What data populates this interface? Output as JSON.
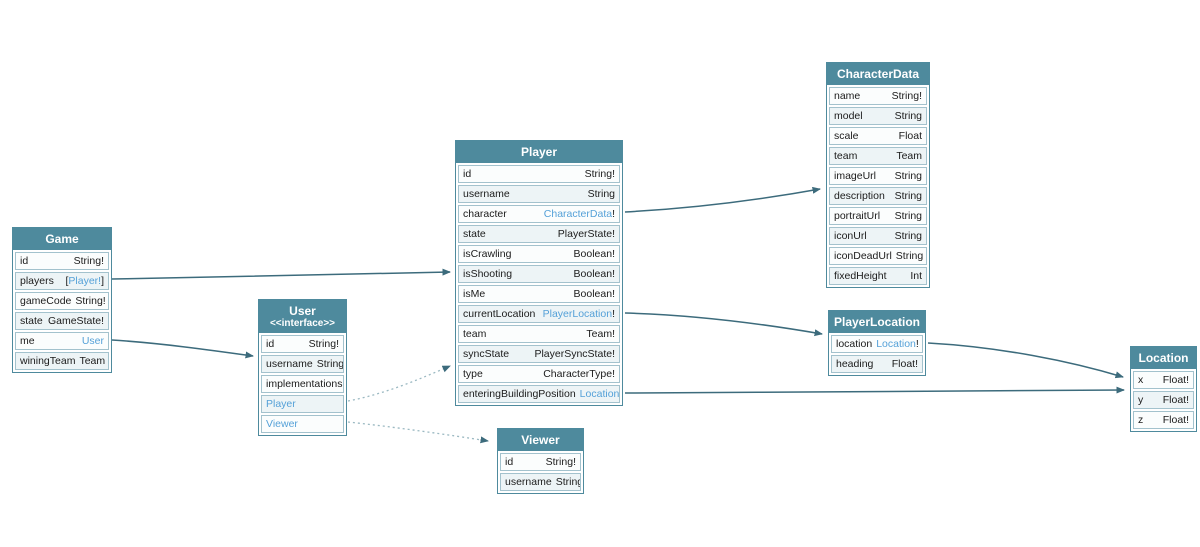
{
  "colors": {
    "header_teal": "#4e8a9d",
    "link_blue": "#55a1d8",
    "arrow": "#3c6b7c",
    "dotted_arrow": "#9bb9c2",
    "row_border": "#a3c2cd",
    "row_bg": "#fbfdfd",
    "row_alt_bg": "#edf4f6"
  },
  "diagram": {
    "tables": [
      {
        "id": "Game",
        "title": "Game",
        "fields": [
          {
            "name": "id",
            "value": [
              {
                "t": "String!"
              }
            ]
          },
          {
            "name": "players",
            "value": [
              {
                "t": "["
              },
              {
                "t": "Player!",
                "link": true
              },
              {
                "t": "]"
              }
            ]
          },
          {
            "name": "gameCode",
            "value": [
              {
                "t": "String!"
              }
            ]
          },
          {
            "name": "state",
            "value": [
              {
                "t": "GameState!"
              }
            ]
          },
          {
            "name": "me",
            "value": [
              {
                "t": "User",
                "link": true
              }
            ]
          },
          {
            "name": "winingTeam",
            "value": [
              {
                "t": "Team"
              }
            ]
          }
        ]
      },
      {
        "id": "User",
        "title": "User",
        "subtitle": "<<interface>>",
        "fields": [
          {
            "name": "id",
            "value": [
              {
                "t": "String!"
              }
            ]
          },
          {
            "name": "username",
            "value": [
              {
                "t": "String"
              }
            ]
          },
          {
            "name": "implementations",
            "value": []
          },
          {
            "name": "Player",
            "name_link": true,
            "value": []
          },
          {
            "name": "Viewer",
            "name_link": true,
            "value": []
          }
        ]
      },
      {
        "id": "Player",
        "title": "Player",
        "fields": [
          {
            "name": "id",
            "value": [
              {
                "t": "String!"
              }
            ]
          },
          {
            "name": "username",
            "value": [
              {
                "t": "String"
              }
            ]
          },
          {
            "name": "character",
            "value": [
              {
                "t": "CharacterData",
                "link": true
              },
              {
                "t": "!"
              }
            ]
          },
          {
            "name": "state",
            "value": [
              {
                "t": "PlayerState!"
              }
            ]
          },
          {
            "name": "isCrawling",
            "value": [
              {
                "t": "Boolean!"
              }
            ]
          },
          {
            "name": "isShooting",
            "value": [
              {
                "t": "Boolean!"
              }
            ]
          },
          {
            "name": "isMe",
            "value": [
              {
                "t": "Boolean!"
              }
            ]
          },
          {
            "name": "currentLocation",
            "value": [
              {
                "t": "PlayerLocation",
                "link": true
              },
              {
                "t": "!"
              }
            ]
          },
          {
            "name": "team",
            "value": [
              {
                "t": "Team!"
              }
            ]
          },
          {
            "name": "syncState",
            "value": [
              {
                "t": "PlayerSyncState!"
              }
            ]
          },
          {
            "name": "type",
            "value": [
              {
                "t": "CharacterType!"
              }
            ]
          },
          {
            "name": "enteringBuildingPosition",
            "value": [
              {
                "t": "Location",
                "link": true
              }
            ]
          }
        ]
      },
      {
        "id": "Viewer",
        "title": "Viewer",
        "fields": [
          {
            "name": "id",
            "value": [
              {
                "t": "String!"
              }
            ]
          },
          {
            "name": "username",
            "value": [
              {
                "t": "String"
              }
            ]
          }
        ]
      },
      {
        "id": "CharacterData",
        "title": "CharacterData",
        "fields": [
          {
            "name": "name",
            "value": [
              {
                "t": "String!"
              }
            ]
          },
          {
            "name": "model",
            "value": [
              {
                "t": "String"
              }
            ]
          },
          {
            "name": "scale",
            "value": [
              {
                "t": "Float"
              }
            ]
          },
          {
            "name": "team",
            "value": [
              {
                "t": "Team"
              }
            ]
          },
          {
            "name": "imageUrl",
            "value": [
              {
                "t": "String"
              }
            ]
          },
          {
            "name": "description",
            "value": [
              {
                "t": "String"
              }
            ]
          },
          {
            "name": "portraitUrl",
            "value": [
              {
                "t": "String"
              }
            ]
          },
          {
            "name": "iconUrl",
            "value": [
              {
                "t": "String"
              }
            ]
          },
          {
            "name": "iconDeadUrl",
            "value": [
              {
                "t": "String"
              }
            ]
          },
          {
            "name": "fixedHeight",
            "value": [
              {
                "t": "Int"
              }
            ]
          }
        ]
      },
      {
        "id": "PlayerLocation",
        "title": "PlayerLocation",
        "fields": [
          {
            "name": "location",
            "value": [
              {
                "t": "Location",
                "link": true
              },
              {
                "t": "!"
              }
            ]
          },
          {
            "name": "heading",
            "value": [
              {
                "t": "Float!"
              }
            ]
          }
        ]
      },
      {
        "id": "Location",
        "title": "Location",
        "fields": [
          {
            "name": "x",
            "value": [
              {
                "t": "Float!"
              }
            ]
          },
          {
            "name": "y",
            "value": [
              {
                "t": "Float!"
              }
            ]
          },
          {
            "name": "z",
            "value": [
              {
                "t": "Float!"
              }
            ]
          }
        ]
      }
    ],
    "relations": [
      {
        "from": "Game.players",
        "to": "Player",
        "style": "solid"
      },
      {
        "from": "Game.me",
        "to": "User",
        "style": "solid"
      },
      {
        "from": "Player.character",
        "to": "CharacterData",
        "style": "solid"
      },
      {
        "from": "Player.currentLocation",
        "to": "PlayerLocation",
        "style": "solid"
      },
      {
        "from": "Player.enteringBuildingPosition",
        "to": "Location",
        "style": "solid"
      },
      {
        "from": "PlayerLocation.location",
        "to": "Location",
        "style": "solid"
      },
      {
        "from": "User.Player",
        "to": "Player",
        "style": "dotted"
      },
      {
        "from": "User.Viewer",
        "to": "Viewer",
        "style": "dotted"
      }
    ]
  }
}
